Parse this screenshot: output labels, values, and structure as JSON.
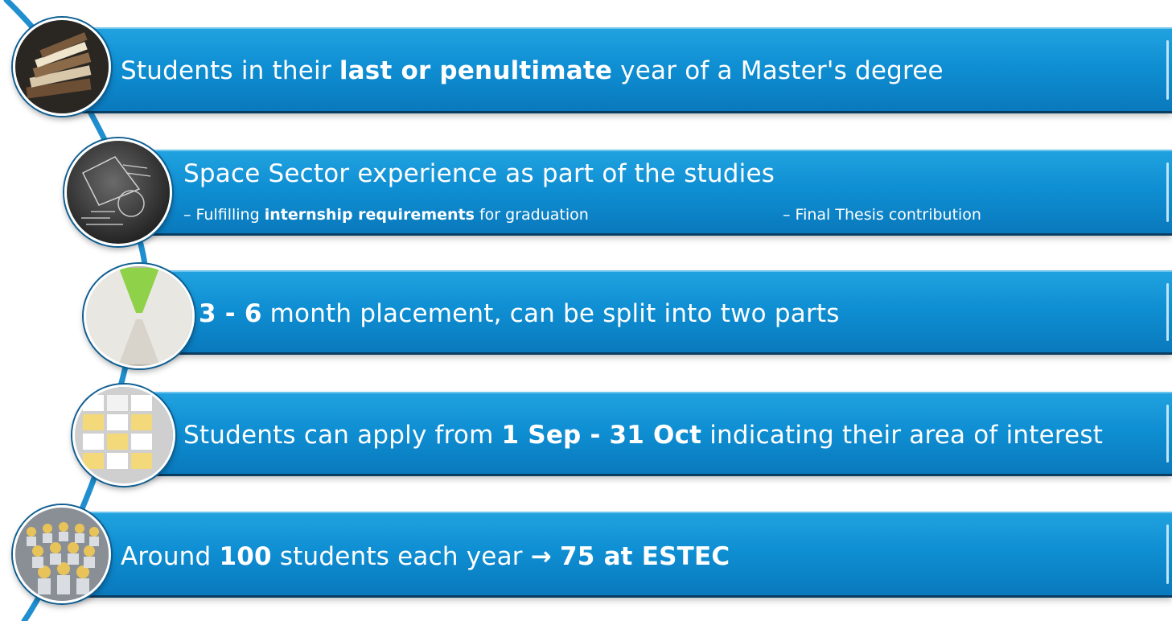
{
  "items": [
    {
      "icon": "books-icon",
      "segments": [
        {
          "text": "Students in their ",
          "bold": false
        },
        {
          "text": "last or penultimate",
          "bold": true
        },
        {
          "text": " year of a Master's degree",
          "bold": false
        }
      ]
    },
    {
      "icon": "math-board-icon",
      "segments": [
        {
          "text": "Space Sector experience as part of the studies",
          "bold": false
        }
      ],
      "sub_left": [
        {
          "text": "– Fulfilling ",
          "bold": false
        },
        {
          "text": "internship requirements",
          "bold": true
        },
        {
          "text": " for graduation",
          "bold": false
        }
      ],
      "sub_right": "– Final Thesis contribution"
    },
    {
      "icon": "hourglass-icon",
      "segments": [
        {
          "text": "3 - 6",
          "bold": true
        },
        {
          "text": " month placement, can be split into two parts",
          "bold": false
        }
      ]
    },
    {
      "icon": "calendar-icon",
      "segments": [
        {
          "text": "Students can apply from ",
          "bold": false
        },
        {
          "text": "1 Sep - 31 Oct",
          "bold": true
        },
        {
          "text": " indicating their area of interest",
          "bold": false
        }
      ]
    },
    {
      "icon": "crowd-icon",
      "segments": [
        {
          "text": "Around ",
          "bold": false
        },
        {
          "text": "100",
          "bold": true
        },
        {
          "text": " students each year ",
          "bold": false
        },
        {
          "text": "→",
          "bold": true
        },
        {
          "text": " ",
          "bold": false
        },
        {
          "text": "75 at ESTEC",
          "bold": true
        }
      ]
    }
  ],
  "colors": {
    "band_top": "#21a2df",
    "band_bottom": "#0a79bd",
    "curve": "#1a8fd0",
    "text": "#ffffff"
  }
}
